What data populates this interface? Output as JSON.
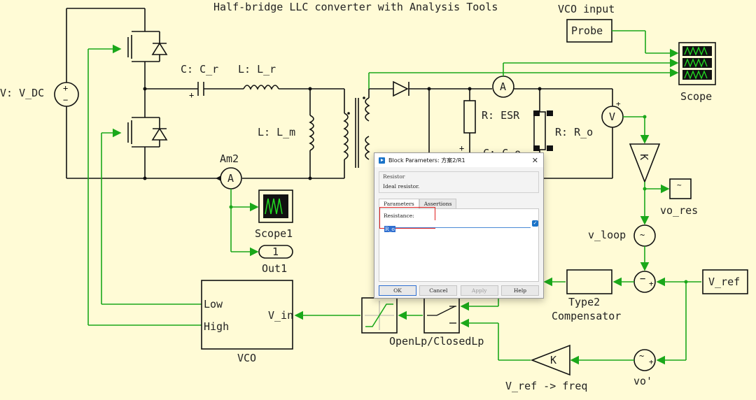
{
  "diagram": {
    "title": "Half-bridge LLC converter with Analysis Tools",
    "labels": {
      "vdc": "V: V_DC",
      "cr": "C: C_r",
      "lr": "L: L_r",
      "lm": "L: L_m",
      "am2": "Am2",
      "esr": "R: ESR",
      "ro": "R: R_o",
      "co_partial": "C: C_o",
      "vco_input": "VCO input",
      "probe": "Probe",
      "scope": "Scope",
      "scope1": "Scope1",
      "out1_port": "1",
      "out1": "Out1",
      "vo_res": "vo_res",
      "v_loop": "v_loop",
      "v_ref": "V_ref",
      "type2": "Type2",
      "compensator": "Compensator",
      "vco": "VCO",
      "vco_low": "Low",
      "vco_high": "High",
      "vco_vin": "V_in",
      "openlp": "OpenLp/ClosedLp",
      "vref_freq": "V_ref -> freq",
      "vo_prime": "vo'",
      "gain_k": "K",
      "ammeter": "A",
      "voltmeter": "V",
      "plus": "+",
      "minus": "−",
      "ac_src": "~"
    }
  },
  "dialog": {
    "title": "Block Parameters: 方案2/R1",
    "group_title": "Resistor",
    "description": "Ideal resistor.",
    "tabs": [
      "Parameters",
      "Assertions"
    ],
    "param_label": "Resistance:",
    "param_value": "R_o",
    "close": "✕",
    "check": "✓",
    "buttons": {
      "ok": "OK",
      "cancel": "Cancel",
      "apply": "Apply",
      "help": "Help"
    }
  },
  "colors": {
    "background": "#fffbd6",
    "signal": "#1aa81a",
    "wire": "#111111",
    "highlight": "#e02020"
  }
}
